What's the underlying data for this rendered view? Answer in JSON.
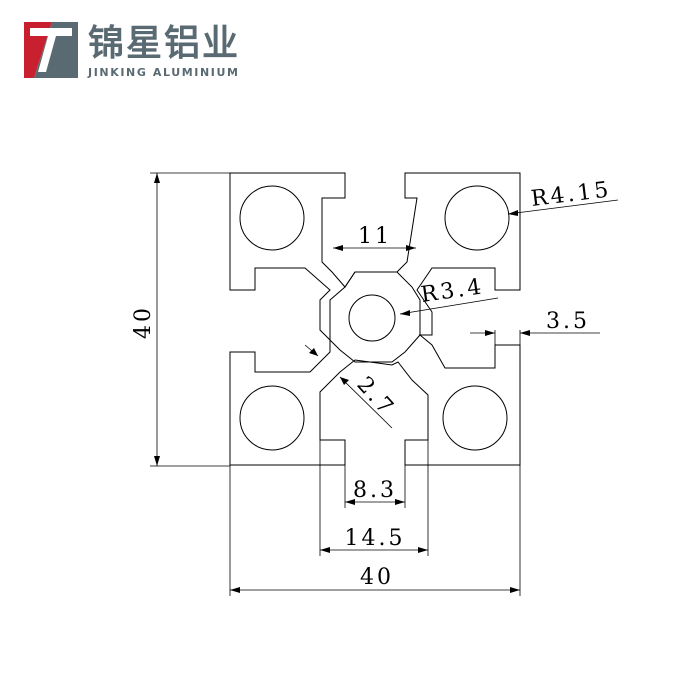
{
  "brand": {
    "name_cn": "锦星铝业",
    "name_en": "JINKING ALUMINIUM",
    "mark_letter": "T",
    "colors": {
      "red": "#c8202e",
      "gray": "#5a6a73"
    }
  },
  "dimensions": {
    "height": "40",
    "width": "40",
    "top_slot": "11",
    "radius_bolt": "R4.15",
    "radius_center": "R3.4",
    "wall": "3.5",
    "thickness": "2.7",
    "slot_inner": "8.3",
    "slot_outer": "14.5"
  }
}
